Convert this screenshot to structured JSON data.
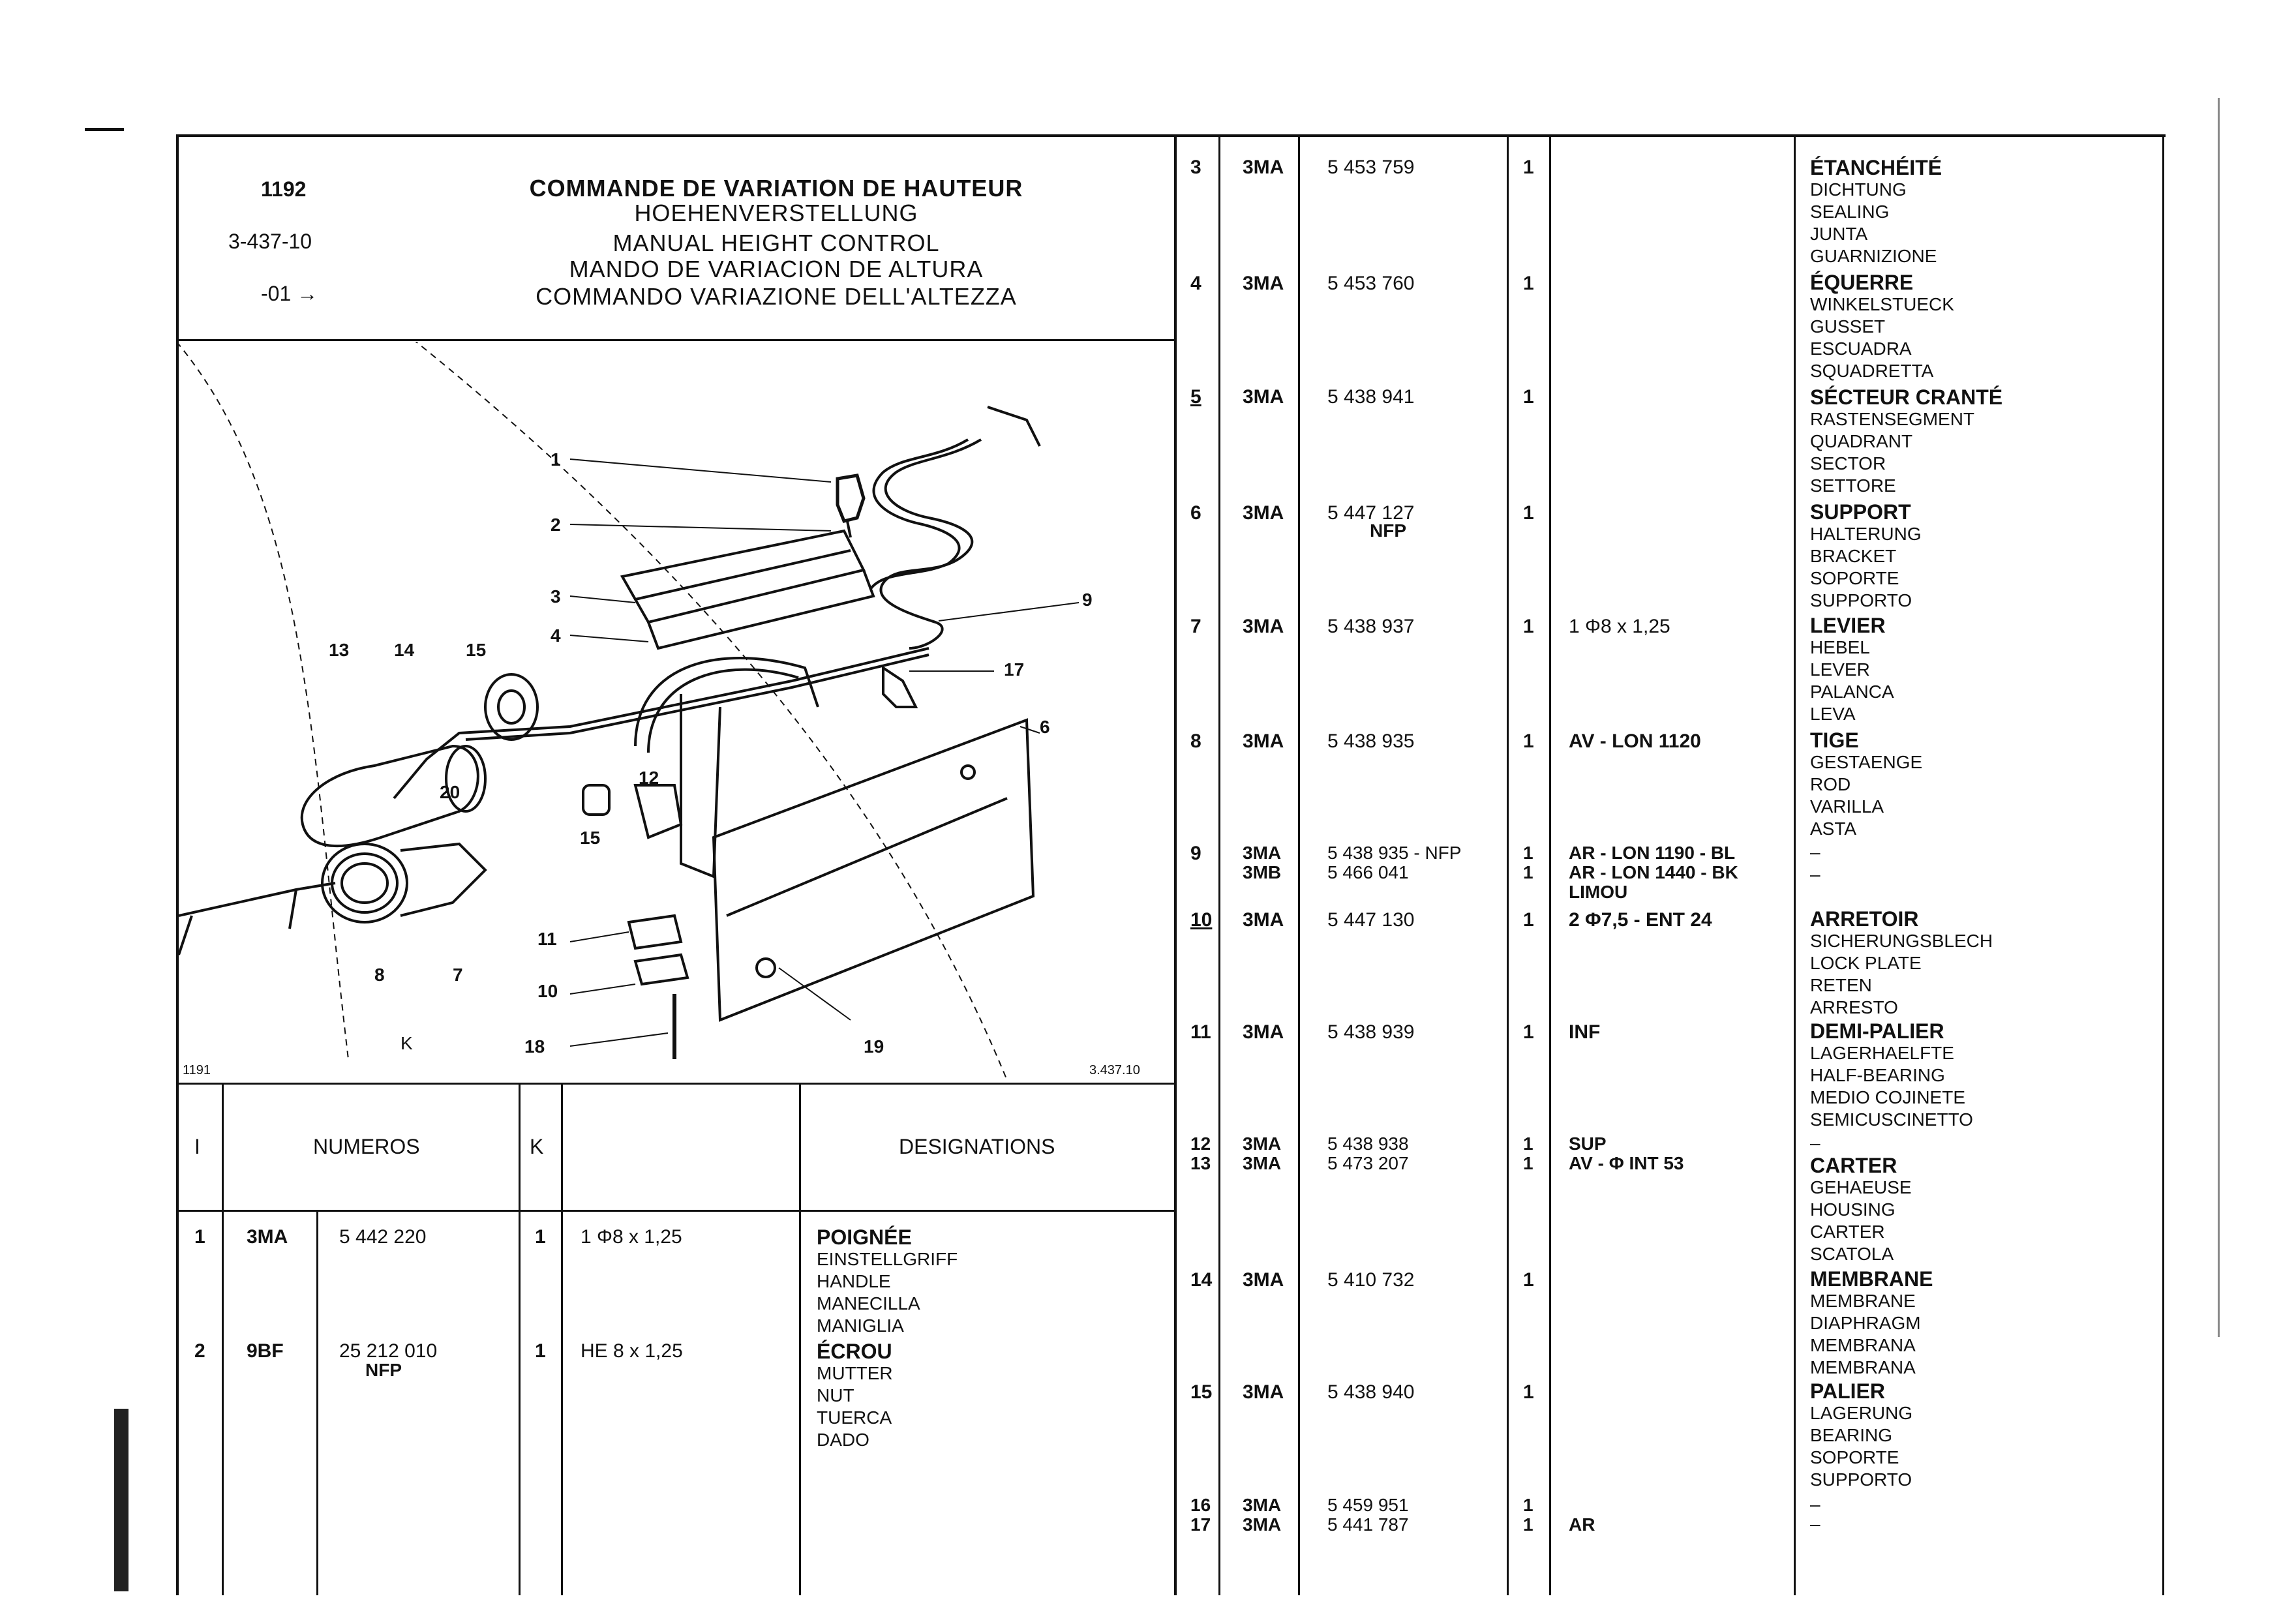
{
  "header": {
    "ref_number": "1192",
    "ref_code": "3-437-10",
    "ref_variant": "-01",
    "titles": [
      "COMMANDE DE VARIATION DE HAUTEUR",
      "HOEHENVERSTELLUNG",
      "MANUAL HEIGHT CONTROL",
      "MANDO DE VARIACION DE ALTURA",
      "COMMANDO VARIAZIONE DELL'ALTEZZA"
    ]
  },
  "diagram": {
    "corner_left": "1191",
    "corner_right": "3.437.10",
    "callouts": [
      "1",
      "2",
      "3",
      "4",
      "6",
      "7",
      "8",
      "9",
      "10",
      "11",
      "12",
      "13",
      "14",
      "15",
      "17",
      "18",
      "19",
      "20",
      "15",
      "K"
    ]
  },
  "left_table": {
    "headers": {
      "item": "I",
      "numbers": "NUMEROS",
      "k": "K",
      "designations": "DESIGNATIONS"
    },
    "rows": [
      {
        "item": "1",
        "prefix": "3MA",
        "number": "5 442 220",
        "nfp": "",
        "qty": "1",
        "spec": "1 Φ8 x 1,25",
        "designations": [
          "POIGNÉE",
          "EINSTELLGRIFF",
          "HANDLE",
          "MANECILLA",
          "MANIGLIA"
        ]
      },
      {
        "item": "2",
        "prefix": "9BF",
        "number": "25 212 010",
        "nfp": "NFP",
        "qty": "1",
        "spec": "HE 8 x 1,25",
        "designations": [
          "ÉCROU",
          "MUTTER",
          "NUT",
          "TUERCA",
          "DADO"
        ]
      }
    ]
  },
  "right_table": {
    "rows": [
      {
        "item": "3",
        "prefix": "3MA",
        "number": "5 453 759",
        "nfp": "",
        "qty": "1",
        "spec": "",
        "designations": [
          "ÉTANCHÉITÉ",
          "DICHTUNG",
          "SEALING",
          "JUNTA",
          "GUARNIZIONE"
        ]
      },
      {
        "item": "4",
        "prefix": "3MA",
        "number": "5 453 760",
        "nfp": "",
        "qty": "1",
        "spec": "",
        "designations": [
          "ÉQUERRE",
          "WINKELSTUECK",
          "GUSSET",
          "ESCUADRA",
          "SQUADRETTA"
        ]
      },
      {
        "item": "5",
        "prefix": "3MA",
        "number": "5 438 941",
        "nfp": "",
        "qty": "1",
        "spec": "",
        "designations": [
          "SÉCTEUR CRANTÉ",
          "RASTENSEGMENT",
          "QUADRANT",
          "SECTOR",
          "SETTORE"
        ]
      },
      {
        "item": "6",
        "prefix": "3MA",
        "number": "5 447 127",
        "nfp": "NFP",
        "qty": "1",
        "spec": "",
        "designations": [
          "SUPPORT",
          "HALTERUNG",
          "BRACKET",
          "SOPORTE",
          "SUPPORTO"
        ]
      },
      {
        "item": "7",
        "prefix": "3MA",
        "number": "5 438 937",
        "nfp": "",
        "qty": "1",
        "spec": "1 Φ8 x 1,25",
        "designations": [
          "LEVIER",
          "HEBEL",
          "LEVER",
          "PALANCA",
          "LEVA"
        ]
      },
      {
        "item": "8",
        "prefix": "3MA",
        "number": "5 438 935",
        "nfp": "",
        "qty": "1",
        "spec": "AV - LON 1120",
        "designations": [
          "TIGE",
          "GESTAENGE",
          "ROD",
          "VARILLA",
          "ASTA"
        ]
      },
      {
        "item": "9",
        "prefix": "3MA",
        "number": "5 438 935 - NFP",
        "nfp": "",
        "qty": "1",
        "spec": "AR - LON 1190 - BL",
        "prefix2": "3MB",
        "number2": "5 466 041",
        "qty2": "1",
        "spec2": "AR - LON 1440 - BK",
        "spec3": "LIMOU",
        "designations": [
          "–",
          "–"
        ]
      },
      {
        "item": "10",
        "prefix": "3MA",
        "number": "5 447 130",
        "nfp": "",
        "qty": "1",
        "spec": "2 Φ7,5 - ENT 24",
        "designations": [
          "ARRETOIR",
          "SICHERUNGSBLECH",
          "LOCK PLATE",
          "RETEN",
          "ARRESTO"
        ]
      },
      {
        "item": "11",
        "prefix": "3MA",
        "number": "5 438 939",
        "nfp": "",
        "qty": "1",
        "spec": "INF",
        "designations": [
          "DEMI-PALIER",
          "LAGERHAELFTE",
          "HALF-BEARING",
          "MEDIO COJINETE",
          "SEMICUSCINETTO"
        ]
      },
      {
        "item": "12",
        "prefix": "3MA",
        "number": "5 438 938",
        "nfp": "",
        "qty": "1",
        "spec": "SUP",
        "designations": [
          "–"
        ]
      },
      {
        "item": "13",
        "prefix": "3MA",
        "number": "5 473 207",
        "nfp": "",
        "qty": "1",
        "spec": "AV - Φ INT 53",
        "designations": [
          "CARTER",
          "GEHAEUSE",
          "HOUSING",
          "CARTER",
          "SCATOLA"
        ]
      },
      {
        "item": "14",
        "prefix": "3MA",
        "number": "5 410 732",
        "nfp": "",
        "qty": "1",
        "spec": "",
        "designations": [
          "MEMBRANE",
          "MEMBRANE",
          "DIAPHRAGM",
          "MEMBRANA",
          "MEMBRANA"
        ]
      },
      {
        "item": "15",
        "prefix": "3MA",
        "number": "5 438 940",
        "nfp": "",
        "qty": "1",
        "spec": "",
        "designations": [
          "PALIER",
          "LAGERUNG",
          "BEARING",
          "SOPORTE",
          "SUPPORTO"
        ]
      },
      {
        "item": "16",
        "prefix": "3MA",
        "number": "5 459 951",
        "nfp": "",
        "qty": "1",
        "spec": "",
        "designations": [
          "–"
        ]
      },
      {
        "item": "17",
        "prefix": "3MA",
        "number": "5 441 787",
        "nfp": "",
        "qty": "1",
        "spec": "AR",
        "designations": [
          "–"
        ]
      }
    ]
  }
}
